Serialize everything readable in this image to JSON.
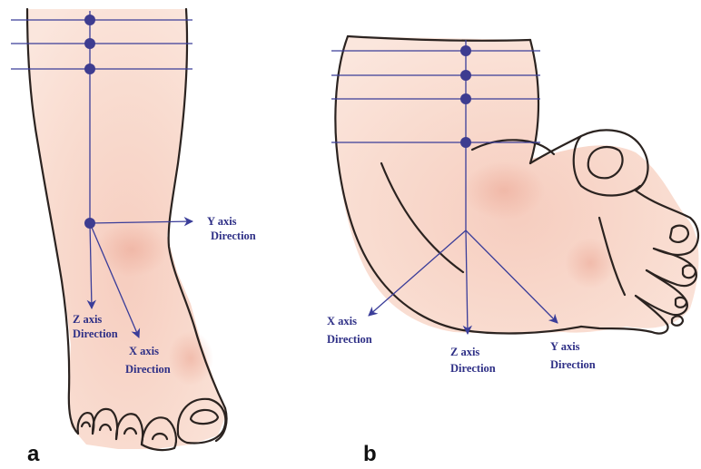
{
  "panels": [
    {
      "letter": "a",
      "labels": {
        "y_axis": [
          "Y axis",
          "Direction"
        ],
        "z_axis": [
          "Z axis",
          "Direction"
        ],
        "x_axis": [
          "X axis",
          "Direction"
        ]
      }
    },
    {
      "letter": "b",
      "labels": {
        "x_axis": [
          "X axis",
          "Direction"
        ],
        "z_axis": [
          "Z axis",
          "Direction"
        ],
        "y_axis": [
          "Y axis",
          "Direction"
        ]
      }
    }
  ],
  "colors": {
    "axis_blue": "#3a3d99",
    "dot_blue": "#3d3c90",
    "skin": "#f8d9cc",
    "skin_shadow": "#efb8a6",
    "outline": "#2b2320"
  }
}
